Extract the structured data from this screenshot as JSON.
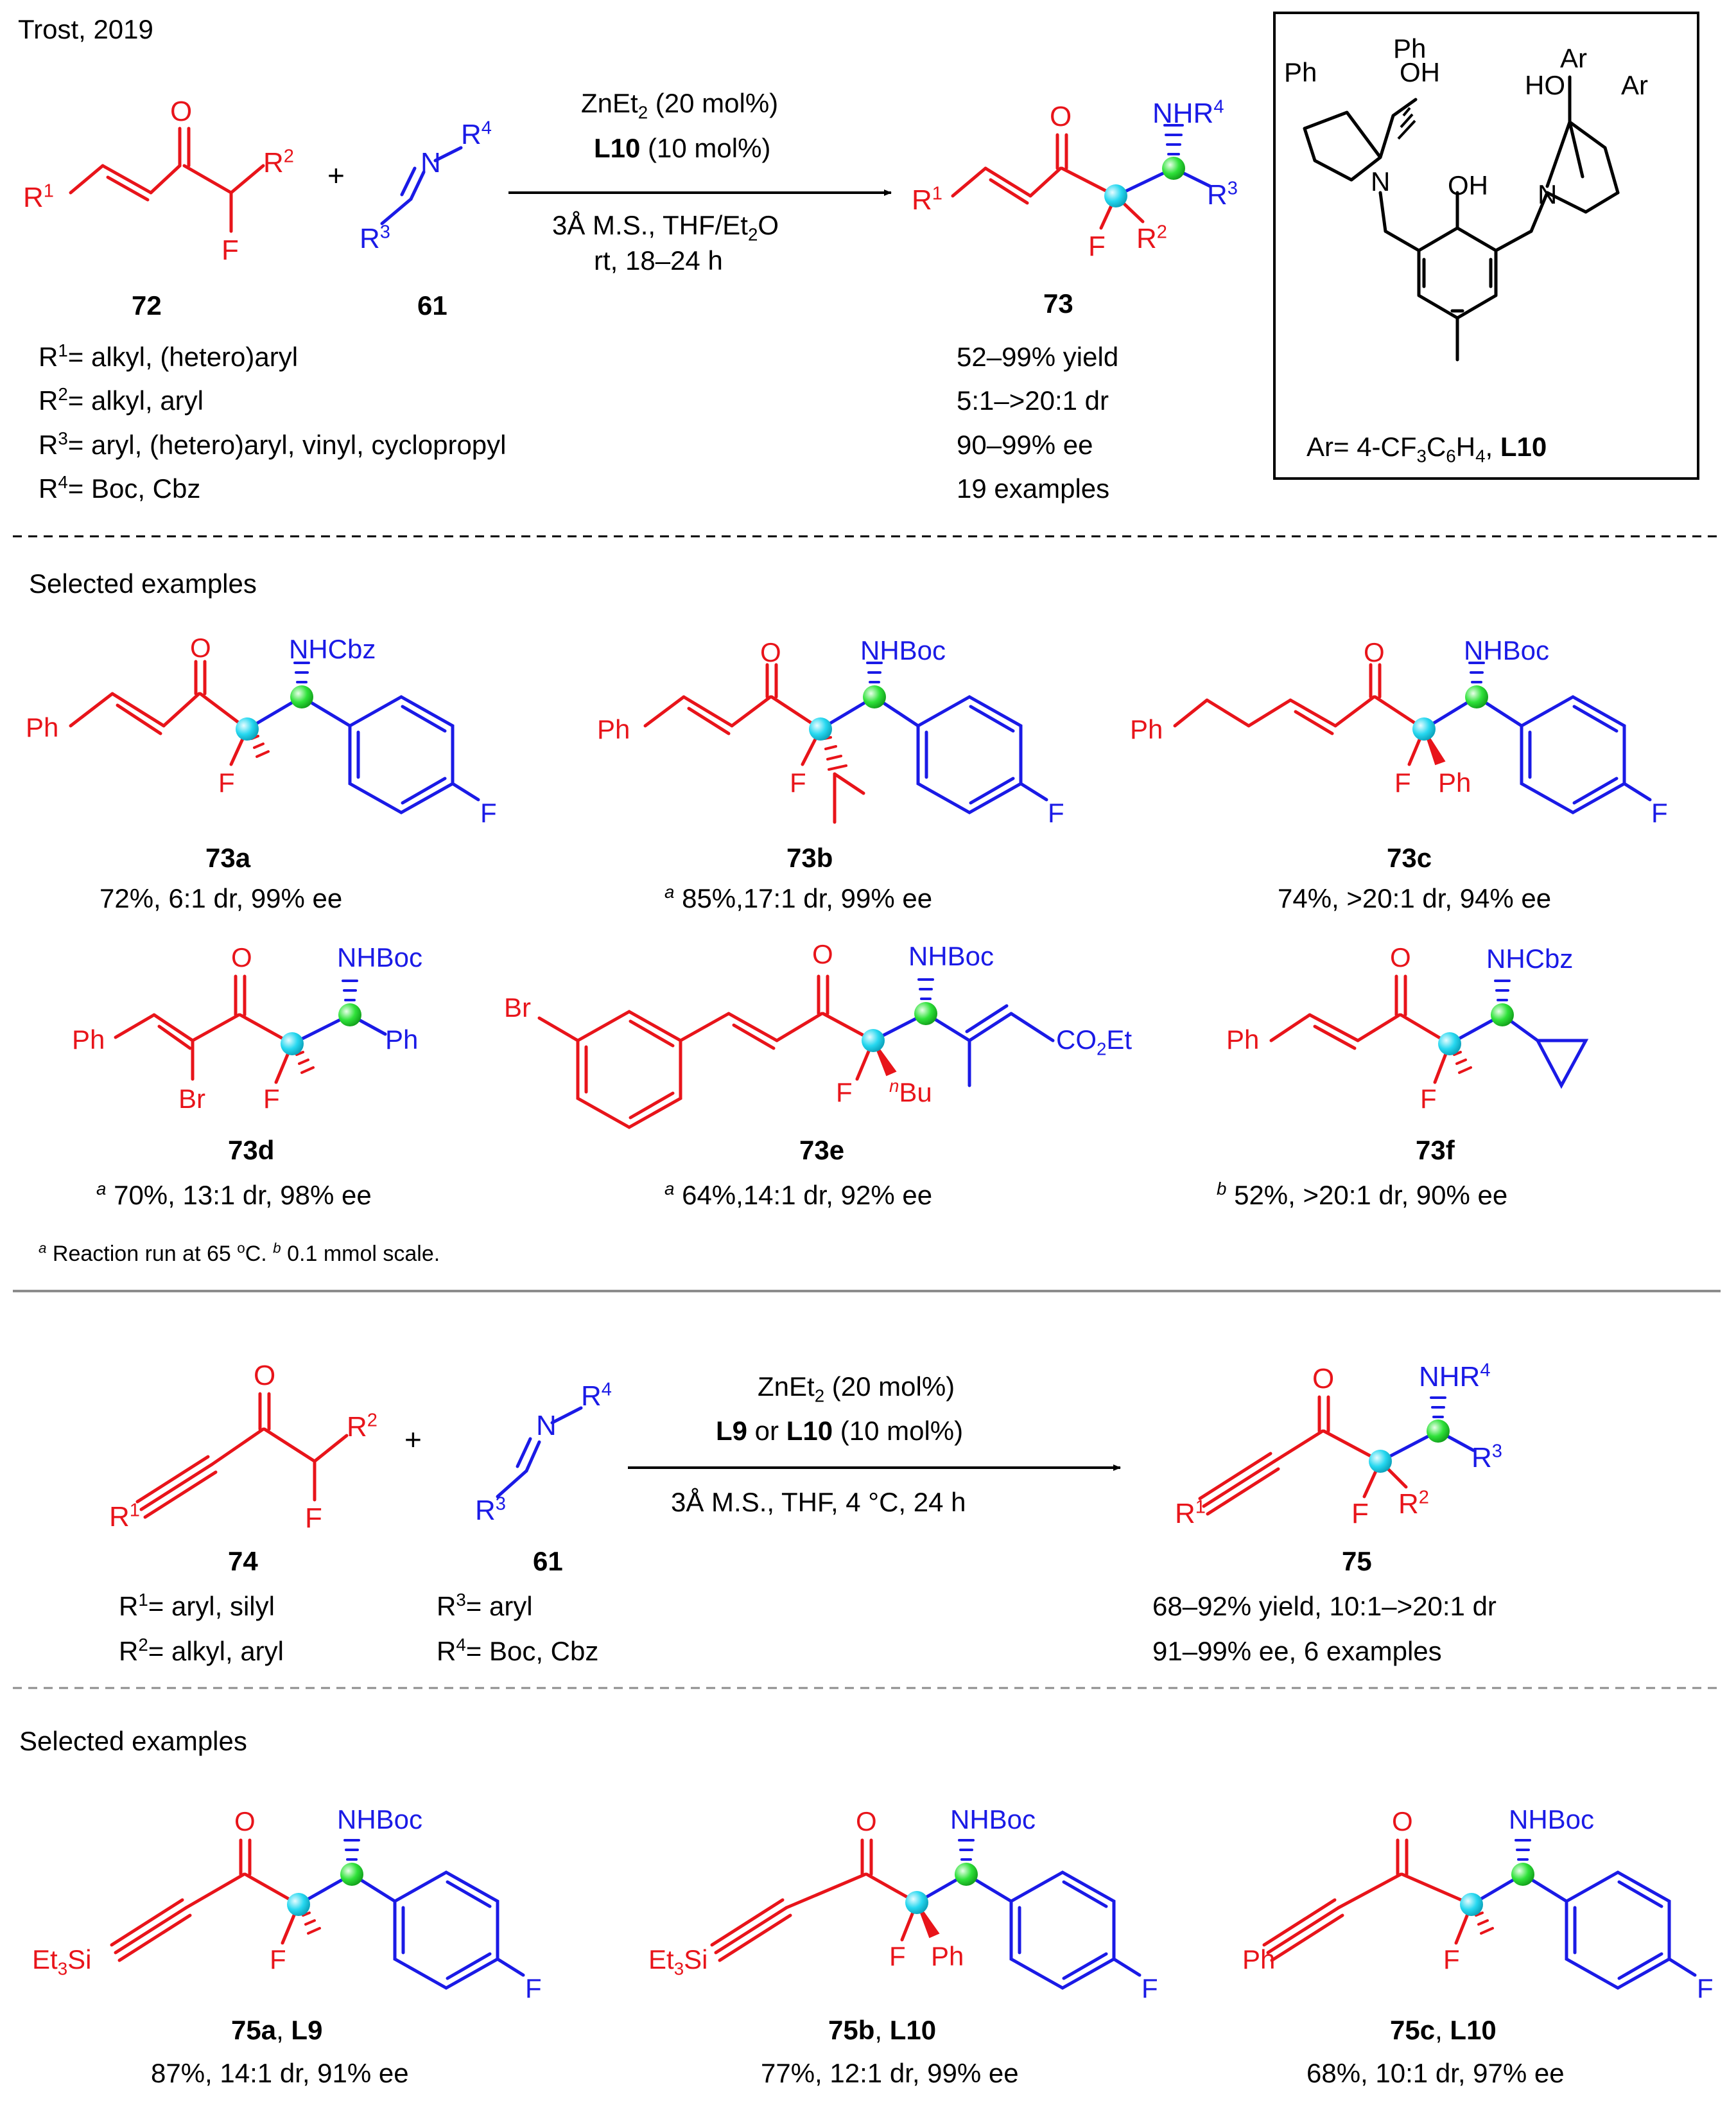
{
  "header": {
    "citation": "Trost, 2019"
  },
  "top_reaction": {
    "sm1_label": "72",
    "sm2_label": "61",
    "prod_label": "73",
    "reagent_1": "ZnEt",
    "reagent_1_sub": "2",
    "reagent_1_tail": " (20 mol%)",
    "ligand": "L10",
    "ligand_tail": " (10 mol%)",
    "cond_1": "3Å M.S., THF/Et",
    "cond_1_sub": "2",
    "cond_1_tail": "O",
    "cond_2": "rt, 18–24 h",
    "r_defs": [
      {
        "r": "R",
        "sup": "1",
        "text": "= alkyl, (hetero)aryl"
      },
      {
        "r": "R",
        "sup": "2",
        "text": "= alkyl, aryl"
      },
      {
        "r": "R",
        "sup": "3",
        "text": "= aryl, (hetero)aryl, vinyl, cyclopropyl"
      },
      {
        "r": "R",
        "sup": "4",
        "text": "= Boc, Cbz"
      }
    ],
    "results": [
      "52–99% yield",
      "5:1–>20:1 dr",
      "90–99% ee",
      "19 examples"
    ],
    "plus": "+"
  },
  "ligand_box": {
    "ar_def": "Ar= 4-CF",
    "ar_sub1": "3",
    "ar_mid": "C",
    "ar_sub2": "6",
    "ar_h": "H",
    "ar_sub3": "4",
    "ar_sep": ", ",
    "ligand_name": "L10"
  },
  "section_title_1": "Selected examples",
  "examples_1": [
    {
      "label": "73a",
      "pre": "",
      "result": "72%, 6:1 dr, 99% ee"
    },
    {
      "label": "73b",
      "pre": "a",
      "result": " 85%,17:1 dr, 99% ee"
    },
    {
      "label": "73c",
      "pre": "",
      "result": "74%, >20:1 dr, 94% ee"
    },
    {
      "label": "73d",
      "pre": "a",
      "result": " 70%, 13:1 dr, 98% ee"
    },
    {
      "label": "73e",
      "pre": "a",
      "result": " 64%,14:1 dr, 92% ee"
    },
    {
      "label": "73f",
      "pre": "b",
      "result": " 52%, >20:1 dr, 90% ee"
    }
  ],
  "footnote": {
    "a_mark": "a",
    "a_text": " Reaction run at 65 ",
    "deg": "o",
    "a_tail": "C. ",
    "b_mark": "b",
    "b_text": " 0.1 mmol scale."
  },
  "bottom_reaction": {
    "sm1_label": "74",
    "sm2_label": "61",
    "prod_label": "75",
    "reagent_1": "ZnEt",
    "reagent_1_sub": "2",
    "reagent_1_tail": " (20 mol%)",
    "ligand_a": "L9",
    "or": " or ",
    "ligand_b": "L10",
    "ligand_tail": " (10 mol%)",
    "cond_1": "3Å M.S.,  THF, 4 °C, 24 h",
    "r_defs_left": [
      {
        "r": "R",
        "sup": "1",
        "text": "= aryl, silyl"
      },
      {
        "r": "R",
        "sup": "2",
        "text": "= alkyl, aryl"
      }
    ],
    "r_defs_right": [
      {
        "r": "R",
        "sup": "3",
        "text": "= aryl"
      },
      {
        "r": "R",
        "sup": "4",
        "text": "= Boc, Cbz"
      }
    ],
    "results": [
      "68–92% yield, 10:1–>20:1 dr",
      "91–99% ee, 6 examples"
    ],
    "plus": "+"
  },
  "section_title_2": "Selected examples",
  "examples_2": [
    {
      "label": "75a",
      "ligand": "L9",
      "result": "87%, 14:1 dr, 91% ee"
    },
    {
      "label": "75b",
      "ligand": "L10",
      "result": "77%, 12:1 dr, 99% ee"
    },
    {
      "label": "75c",
      "ligand": "L10",
      "result": "68%, 10:1 dr, 97% ee"
    }
  ],
  "colors": {
    "red": "#e8141a",
    "blue": "#1a1ae6",
    "cyan_atom": "#27d8f0",
    "green_atom": "#2fe23a",
    "black": "#000000",
    "grey_rule": "#8c8c8c"
  },
  "atoms": {
    "O": "O",
    "F": "F",
    "N": "N",
    "Ph": "Ph",
    "Br": "Br",
    "OH": "OH",
    "HO": "HO",
    "Ar": "Ar",
    "NHR": "NHR",
    "NHCbz": "NHCbz",
    "NHBoc": "NHBoc",
    "CO2Et": "CO",
    "CO2Et_sub": "2",
    "CO2Et_tail": "Et",
    "nBu_sup": "n",
    "nBu": "Bu",
    "Et3Si": "Et",
    "Et3Si_sub": "3",
    "Et3Si_tail": "Si",
    "R": "R",
    "s1": "1",
    "s2": "2",
    "s3": "3",
    "s4": "4",
    "comma": ", "
  }
}
